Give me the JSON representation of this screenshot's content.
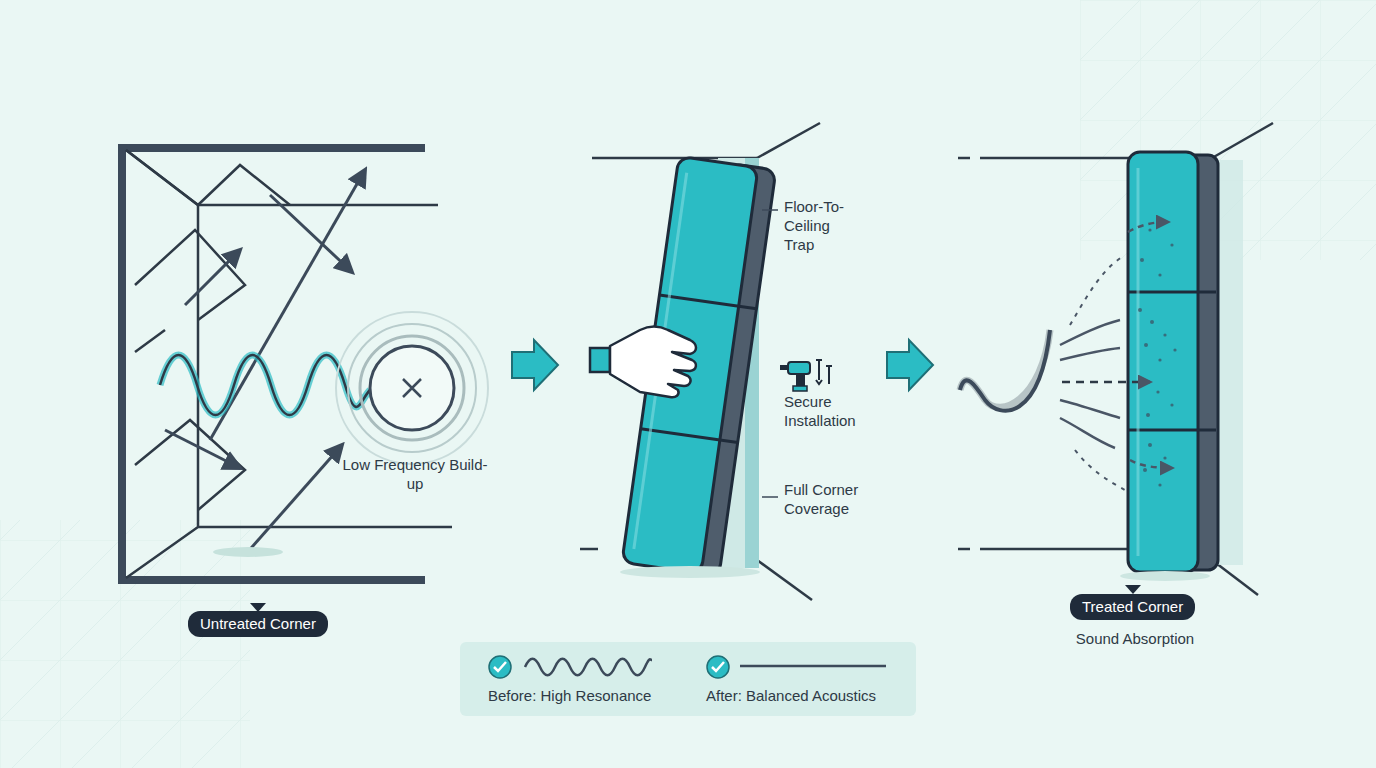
{
  "diagram": {
    "nodes": [
      {
        "text": [
          "Untreated Corner"
        ]
      },
      {
        "text": [
          "Treated Corner"
        ]
      }
    ],
    "labels": [
      "Low Frequency Build-up",
      "Floor-To-Ceiling Trap",
      "Secure Installation",
      "Full Corner Coverage",
      "Sound Absorption"
    ],
    "legend": [
      {
        "text": "Before: High Resonance"
      },
      {
        "text": "After: Balanced Acoustics"
      }
    ]
  }
}
